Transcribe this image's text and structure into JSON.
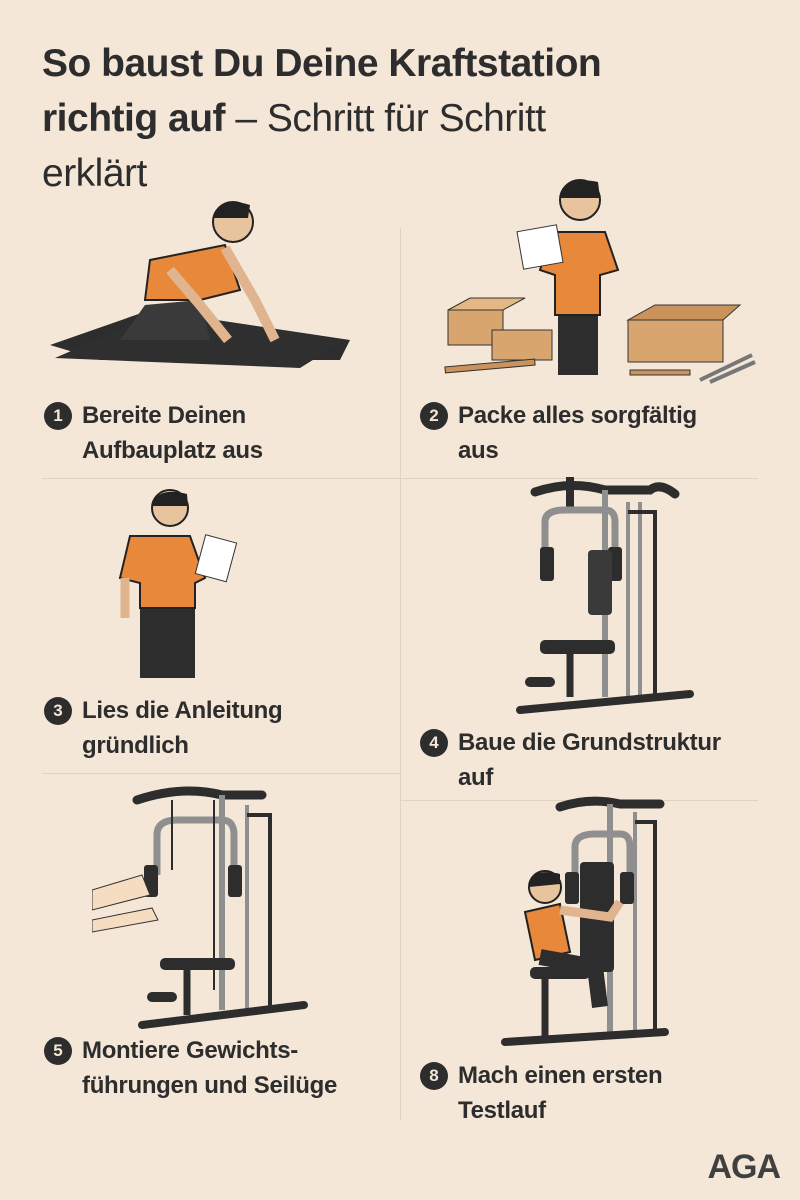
{
  "title": {
    "line1": "So baust Du Deine Kraftstation",
    "line2_bold": "richtig auf",
    "line2_rest": " – Schritt für Schritt",
    "line3": "erklärt"
  },
  "steps": [
    {
      "number": "1",
      "text_line1": "Bereite Deinen",
      "text_line2": "Aufbauplatz aus"
    },
    {
      "number": "2",
      "text_line1": "Packe alles sorgfältig",
      "text_line2": "aus"
    },
    {
      "number": "3",
      "text_line1": "Lies die Anleitung",
      "text_line2": "gründlich"
    },
    {
      "number": "4",
      "text_line1": "Baue die Grundstruktur",
      "text_line2": "auf"
    },
    {
      "number": "5",
      "text_line1": "Montiere Gewichts-",
      "text_line2": "führungen und Seilüge"
    },
    {
      "number": "8",
      "text_line1": "Mach einen ersten",
      "text_line2": "Testlauf"
    }
  ],
  "logo": "AGA",
  "colors": {
    "background": "#f4e7d8",
    "shirt": "#e8883a",
    "dark": "#2d2d2d",
    "frame": "#8f8f8f",
    "box": "#d9a56f"
  }
}
